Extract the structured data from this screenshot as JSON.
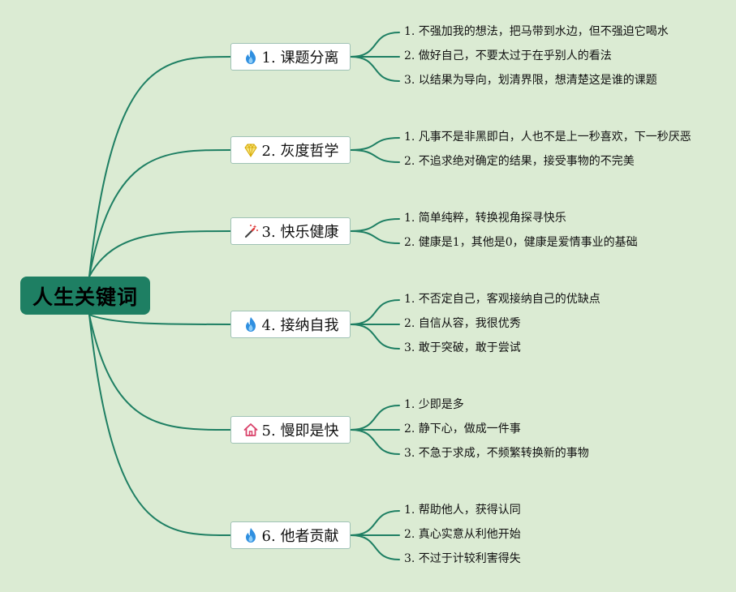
{
  "root": {
    "label": "人生关键词"
  },
  "colors": {
    "background": "#dbebd3",
    "connector": "#1e7f63",
    "root_fill": "#1e7f63",
    "node_border": "#9fc2b5"
  },
  "branches": [
    {
      "label": "1. 课题分离",
      "icon": "fire-icon",
      "items": [
        "1. 不强加我的想法，把马带到水边，但不强迫它喝水",
        "2. 做好自己，不要太过于在乎别人的看法",
        "3. 以结果为导向，划清界限，想清楚这是谁的课题"
      ]
    },
    {
      "label": "2. 灰度哲学",
      "icon": "gem-icon",
      "items": [
        "1. 凡事不是非黑即白，人也不是上一秒喜欢，下一秒厌恶",
        "2. 不追求绝对确定的结果，接受事物的不完美"
      ]
    },
    {
      "label": "3. 快乐健康",
      "icon": "magic-wand-icon",
      "items": [
        "1. 简单纯粹，转换视角探寻快乐",
        "2. 健康是1，其他是0，健康是爱情事业的基础"
      ]
    },
    {
      "label": "4. 接纳自我",
      "icon": "fire-icon",
      "items": [
        "1. 不否定自己，客观接纳自己的优缺点",
        "2. 自信从容，我很优秀",
        "3. 敢于突破，敢于尝试"
      ]
    },
    {
      "label": "5. 慢即是快",
      "icon": "house-icon",
      "items": [
        "1. 少即是多",
        "2. 静下心，做成一件事",
        "3. 不急于求成，不频繁转换新的事物"
      ]
    },
    {
      "label": "6. 他者贡献",
      "icon": "fire-icon",
      "items": [
        "1. 帮助他人，获得认同",
        "2. 真心实意从利他开始",
        "3. 不过于计较利害得失"
      ]
    }
  ]
}
